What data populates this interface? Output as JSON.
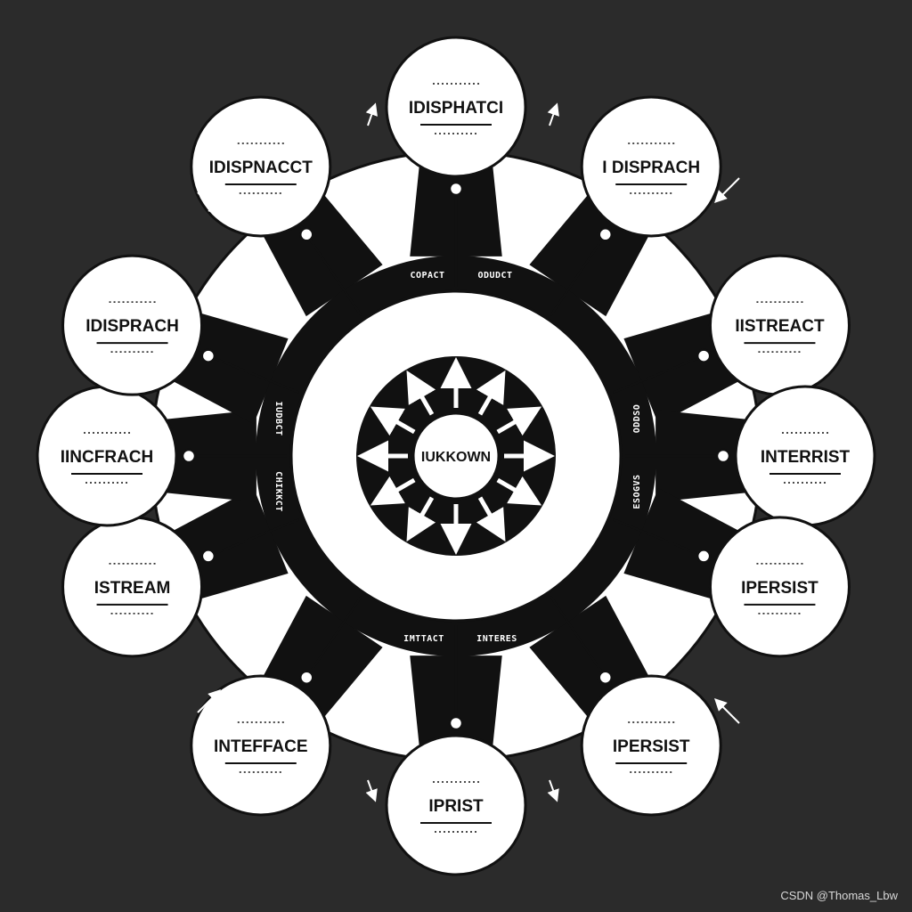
{
  "diagram": {
    "center": {
      "label": "IUKKOWN"
    },
    "nodes": [
      {
        "id": "top",
        "label": "IDISPHATCI"
      },
      {
        "id": "top-right",
        "label": "I DISPRACH"
      },
      {
        "id": "right-upper",
        "label": "IISTREACT"
      },
      {
        "id": "right",
        "label": "INTERRIST"
      },
      {
        "id": "right-lower",
        "label": "IPERSIST"
      },
      {
        "id": "bottom-right",
        "label": "IPERSIST"
      },
      {
        "id": "bottom",
        "label": "IPRIST"
      },
      {
        "id": "bottom-left",
        "label": "INTEFFACE"
      },
      {
        "id": "left-lower",
        "label": "ISTREAM"
      },
      {
        "id": "left",
        "label": "IINCFRACH"
      },
      {
        "id": "left-upper",
        "label": "IDISPRACH"
      },
      {
        "id": "top-left",
        "label": "IDISPNACCT"
      }
    ],
    "band_labels": [
      {
        "id": "top-left",
        "label": "COPACT"
      },
      {
        "id": "top-right",
        "label": "ODUDCT"
      },
      {
        "id": "bottom-left",
        "label": "IMTTACT"
      },
      {
        "id": "bottom-right",
        "label": "INTERES"
      },
      {
        "id": "left-upper",
        "label": "IUDBCT"
      },
      {
        "id": "left-lower",
        "label": "CHIKKCT"
      },
      {
        "id": "right-upper",
        "label": "ODDSO"
      },
      {
        "id": "right-lower",
        "label": "ESOGVS"
      }
    ],
    "colors": {
      "background": "#2b2b2b",
      "fill": "#ffffff",
      "ink": "#111111"
    }
  },
  "watermark": "CSDN @Thomas_Lbw"
}
